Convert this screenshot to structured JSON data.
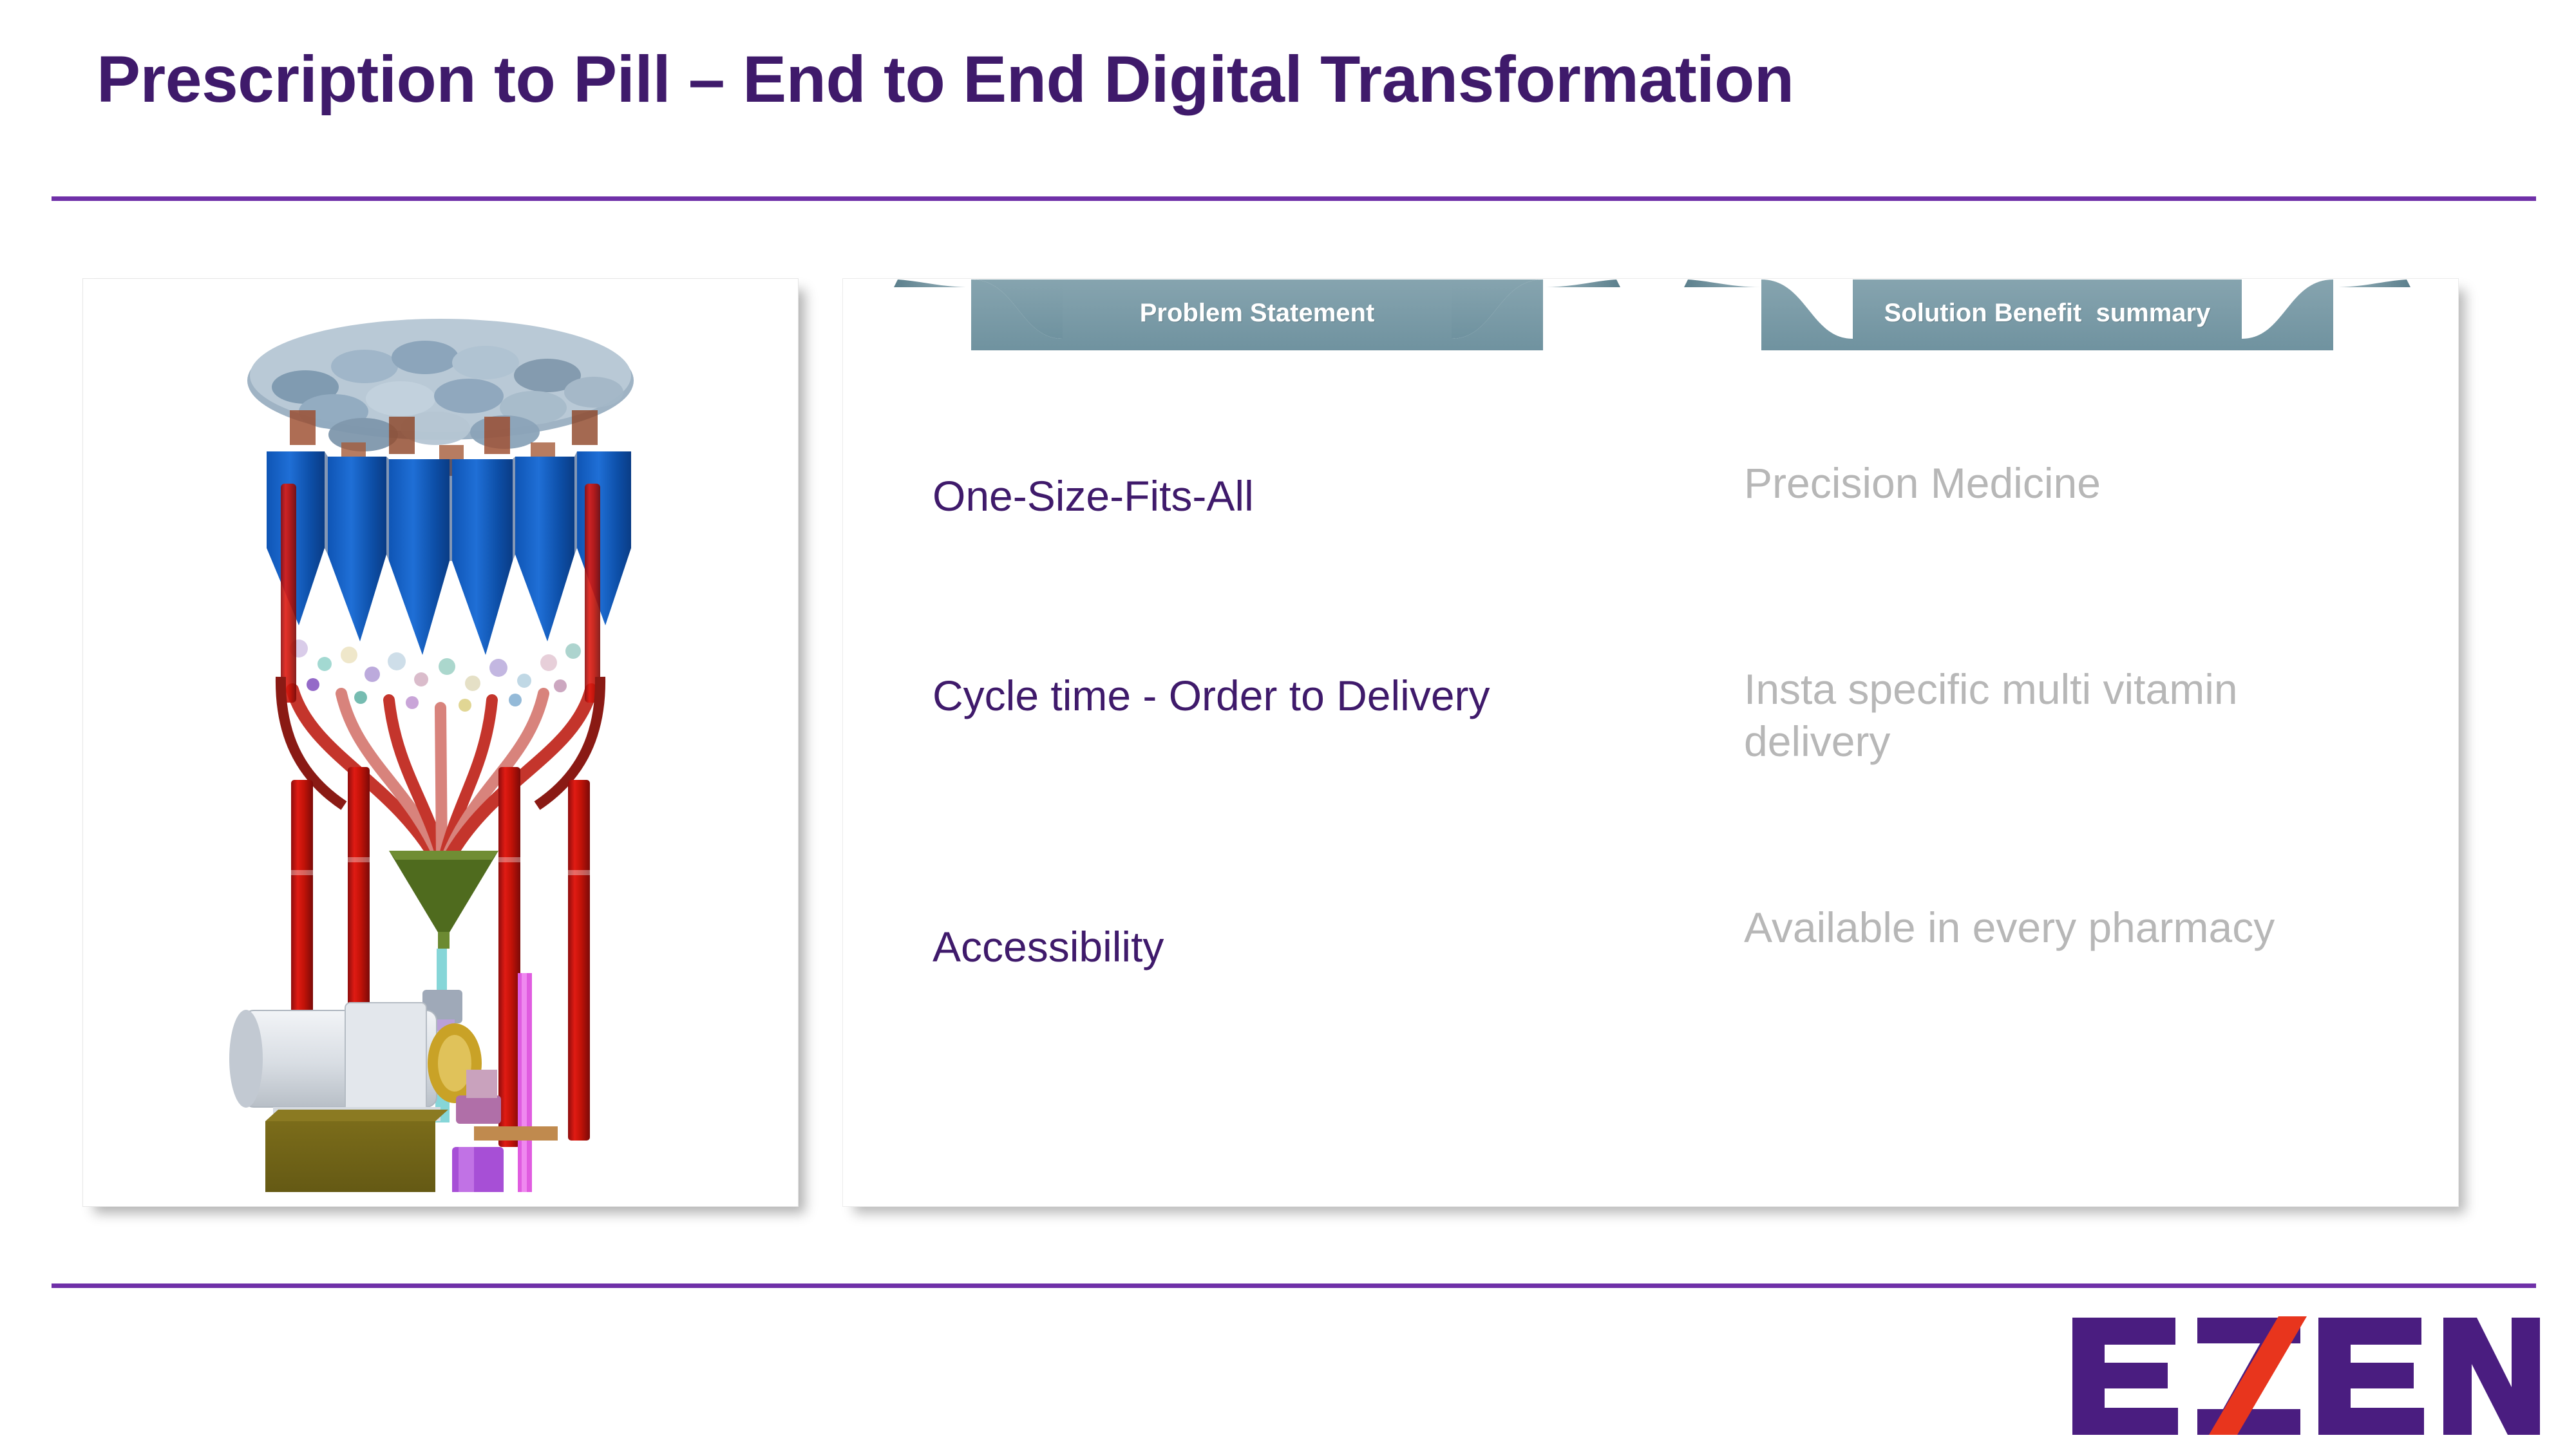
{
  "slide": {
    "title": "Prescription to Pill – End to End Digital Transformation"
  },
  "illustration": {
    "name": "pharmaceutical-dispensing-machine-3d-cad-render",
    "description": "3D CAD render of a multi-hopper pill dispensing tower with blue conical hoppers, red support columns, green funnel and machinery base"
  },
  "banners": {
    "problem": "Problem Statement",
    "solution": "Solution Benefit  summary"
  },
  "rows": [
    {
      "problem": "One-Size-Fits-All",
      "solution": "Precision Medicine"
    },
    {
      "problem": "Cycle time - Order to Delivery",
      "solution": "Insta specific multi vitamin delivery"
    },
    {
      "problem": "Accessibility",
      "solution": "Available in every pharmacy"
    }
  ],
  "logo": {
    "text": "EZEN",
    "letters": [
      "E",
      "Z",
      "E",
      "N"
    ]
  },
  "colors": {
    "title_purple": "#3f1a6b",
    "rule_purple": "#6f30a8",
    "banner_teal": "#7a9aa6",
    "banner_teal_dark": "#5d8490",
    "solution_gray": "#b7b7b7",
    "logo_purple": "#4a1d80",
    "logo_red": "#e8351d"
  }
}
